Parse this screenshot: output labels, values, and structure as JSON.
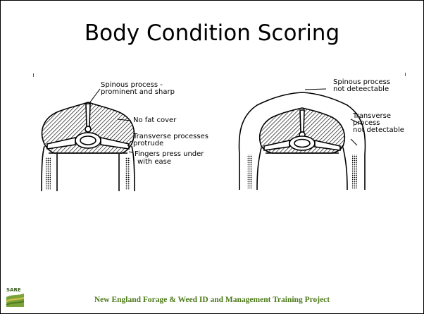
{
  "slide": {
    "title": "Body Condition Scoring",
    "footer": "New England Forage & Weed ID and Management Training Project",
    "logo_text": "SARE"
  },
  "figure_left": {
    "labels": [
      "Spinous process -",
      "prominent and sharp",
      "No fat cover",
      "Transverse processes",
      "protrude",
      "Fingers press under",
      "with ease"
    ]
  },
  "figure_right": {
    "labels": [
      "Spinous process",
      "not deteectable",
      "Transverse",
      "process",
      "not detectable"
    ]
  },
  "colors": {
    "footer_text": "#4d7a1a",
    "logo_green": "#3b5c1e"
  },
  "icons": [
    "sare-logo-icon"
  ]
}
